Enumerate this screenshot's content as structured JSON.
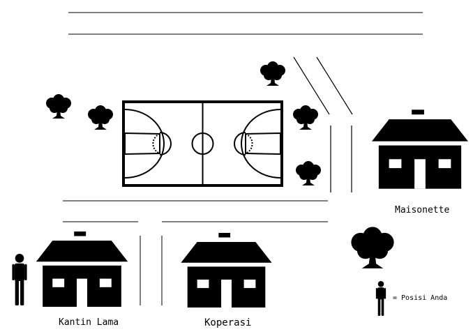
{
  "labels": {
    "kantin_lama": "Kantin Lama",
    "koperasi": "Koperasi",
    "maisonette": "Maisonette"
  },
  "legend": {
    "text": "= Posisi Anda",
    "icon": "person-icon"
  },
  "colors": {
    "ink": "#000000",
    "background": "#ffffff"
  }
}
